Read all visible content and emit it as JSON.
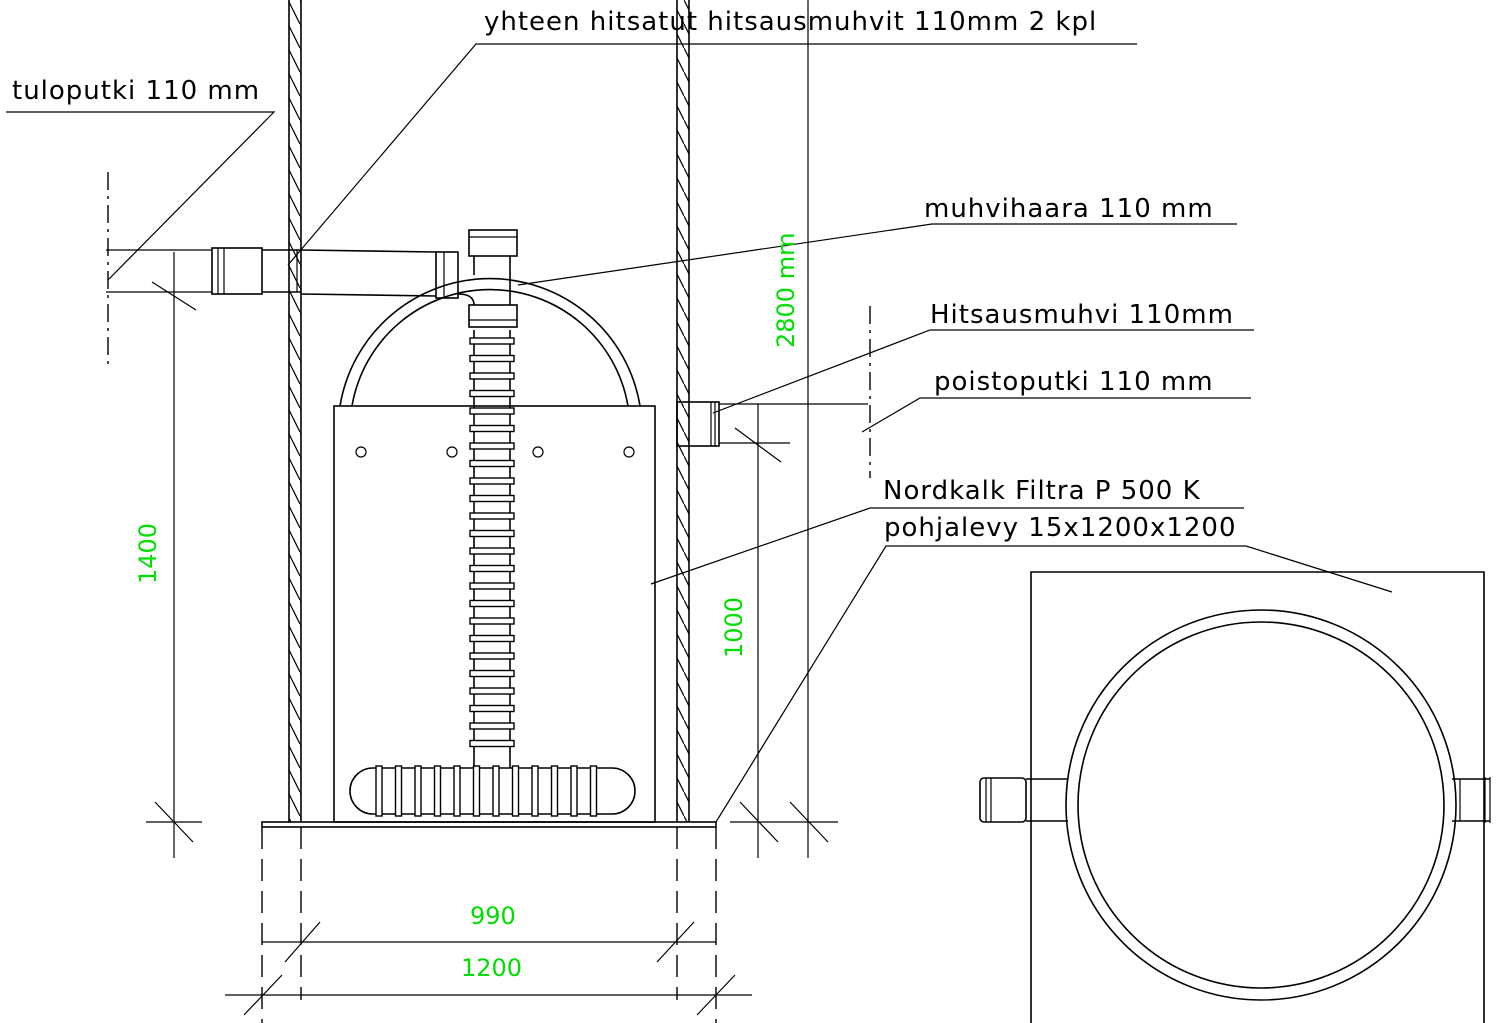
{
  "colors": {
    "lines": "#000000",
    "dimensions": "#00dd00",
    "background": "#ffffff"
  },
  "labels": {
    "welded_couplings": "yhteen hitsatut hitsausmuhvit 110mm 2 kpl",
    "inlet_pipe": "tuloputki 110 mm",
    "socket_tee": "muhvihaara 110 mm",
    "weld_coupling": "Hitsausmuhvi 110mm",
    "outlet_pipe": "poistoputki 110 mm",
    "filter_unit": "Nordkalk Filtra P 500 K",
    "base_plate": "pohjalevy 15x1200x1200"
  },
  "dimensions": {
    "width_inner": "990",
    "width_outer": "1200",
    "inlet_height": "1400",
    "outlet_height": "1000",
    "well_height": "2800 mm"
  }
}
